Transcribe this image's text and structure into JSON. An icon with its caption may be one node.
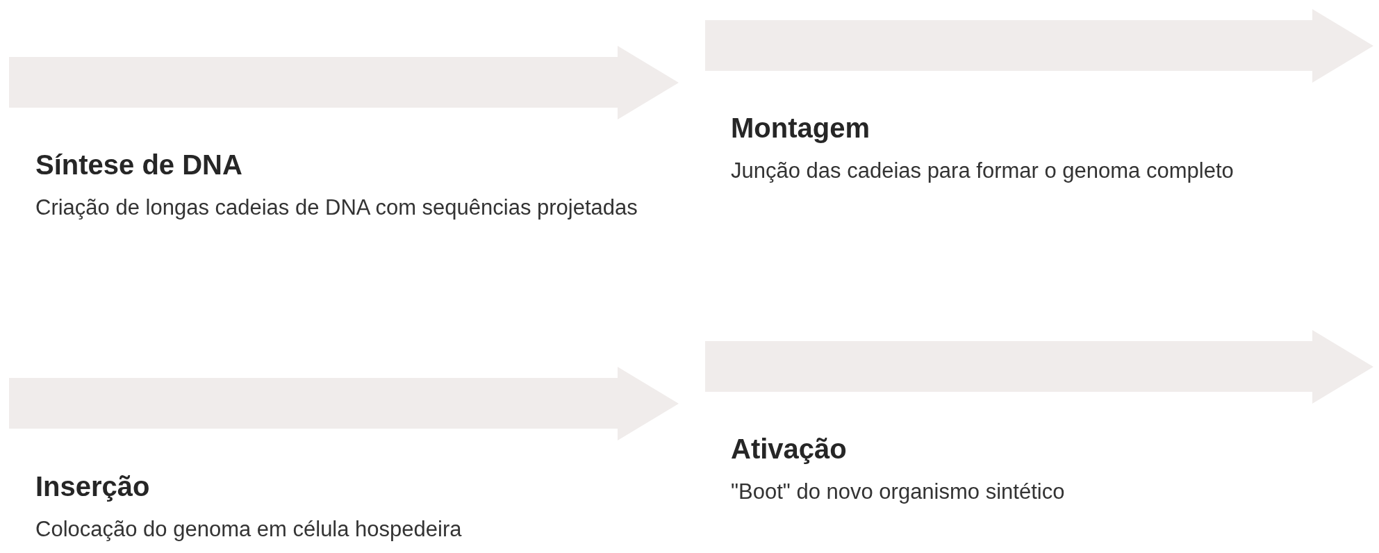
{
  "diagram": {
    "nodes": [
      {
        "text": [
          "Síntese de DNA",
          "Criação de longas cadeias de DNA com sequências projetadas"
        ]
      },
      {
        "text": [
          "Montagem",
          "Junção das cadeias para formar o genoma completo"
        ]
      },
      {
        "text": [
          "Inserção",
          "Colocação do genoma em célula hospedeira"
        ]
      },
      {
        "text": [
          "Ativação",
          "\"Boot\" do novo organismo sintético"
        ]
      }
    ]
  }
}
